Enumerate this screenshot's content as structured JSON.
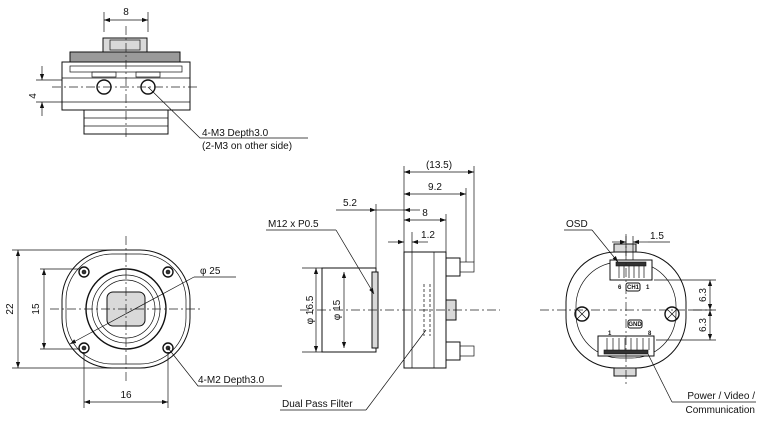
{
  "top_view": {
    "dim_width": "8",
    "dim_height": "4",
    "note_line1": "4-M3 Depth3.0",
    "note_line2": "(2-M3 on other side)"
  },
  "front_view": {
    "dim_height": "22",
    "dim_inner": "15",
    "dim_bottom": "16",
    "dim_diameter": "φ 25",
    "note_holes": "4-M2 Depth3.0"
  },
  "side_view": {
    "dim_total": "(13.5)",
    "dim_9_2": "9.2",
    "dim_5_2": "5.2",
    "dim_8": "8",
    "dim_1_2": "1.2",
    "thread_label": "M12 x P0.5",
    "dim_phi_16_5": "φ 16.5",
    "dim_phi_15": "φ 15",
    "filter_label": "Dual Pass Filter"
  },
  "rear_view": {
    "osd_label": "OSD",
    "dim_1_5": "1.5",
    "dim_6_3_top": "6.3",
    "dim_6_3_bottom": "6.3",
    "pin_label_top_left": "6",
    "pin_label_top_right": "1",
    "marker_top": "CH1",
    "marker_bottom": "GND",
    "pin_label_bottom_left": "1",
    "pin_label_bottom_right": "8",
    "connector_label_line1": "Power / Video /",
    "connector_label_line2": "Communication"
  }
}
